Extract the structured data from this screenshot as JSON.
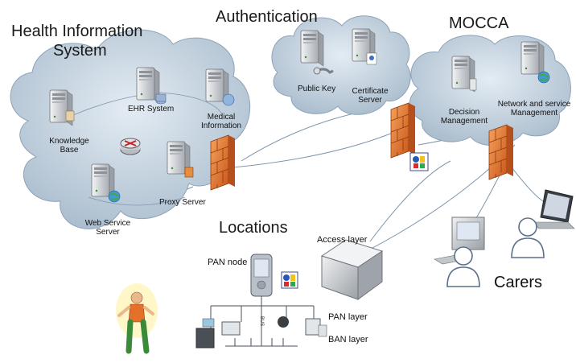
{
  "clouds": {
    "his": {
      "title_line1": "Health Information",
      "title_line2": "System"
    },
    "auth": {
      "title": "Authentication"
    },
    "mocca": {
      "title": "MOCCA"
    }
  },
  "servers": {
    "knowledge": {
      "line1": "Knowledge",
      "line2": "Base"
    },
    "ehr": {
      "label": "EHR System"
    },
    "medical": {
      "line1": "Medical",
      "line2": "Information"
    },
    "proxy": {
      "label": "Proxy Server"
    },
    "webservice": {
      "line1": "Web Service",
      "line2": "Server"
    },
    "publickey": {
      "label": "Public Key"
    },
    "certificate": {
      "line1": "Certificate",
      "line2": "Server"
    },
    "decision": {
      "line1": "Decision",
      "line2": "Management"
    },
    "network": {
      "line1": "Network and service",
      "line2": "Management"
    }
  },
  "locations": {
    "title": "Locations",
    "pan_node": "PAN node",
    "access_layer": "Access layer",
    "pan_layer": "PAN layer",
    "ban_layer": "BAN layer",
    "bus_label": "BUS"
  },
  "carers": {
    "title": "Carers"
  },
  "colors": {
    "cloud_fill": "#c9d6e3",
    "cloud_stroke": "#8ea3b8",
    "firewall": "#e8742a",
    "server_body": "#dcdfe2",
    "link": "#7f96ad"
  },
  "icons": [
    "server-icon",
    "firewall-icon",
    "router-icon",
    "globe-icon",
    "lock-icon",
    "key-icon",
    "pda-icon",
    "person-icon",
    "laptop-icon",
    "desktop-icon",
    "access-point-icon"
  ]
}
